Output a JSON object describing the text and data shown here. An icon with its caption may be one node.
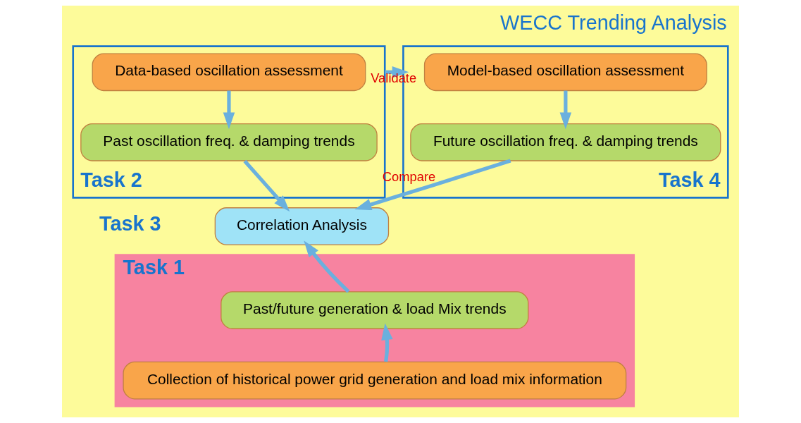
{
  "diagram": {
    "title": "WECC Trending Analysis",
    "nodes": [
      {
        "text": [
          "Task 2"
        ]
      },
      {
        "text": [
          "Data-based oscillation assessment"
        ],
        "in": 0
      },
      {
        "text": [
          "Past oscillation freq. & damping trends"
        ],
        "in": 0
      },
      {
        "text": [
          "Task 4"
        ]
      },
      {
        "text": [
          "Model-based oscillation assessment"
        ],
        "in": 3
      },
      {
        "text": [
          "Future oscillation freq. & damping trends"
        ],
        "in": 3
      },
      {
        "text": [
          "Correlation Analysis"
        ],
        "beside": [
          "Task 3"
        ]
      },
      {
        "text": [
          "Task 1"
        ]
      },
      {
        "text": [
          "Past/future generation & load Mix trends"
        ],
        "in": 7
      },
      {
        "text": [
          "Collection of historical power grid generation and load mix information"
        ],
        "in": 7
      }
    ],
    "edges": [
      {
        "from": 1,
        "to": 2,
        "arrow": "to"
      },
      {
        "from": 4,
        "to": 5,
        "arrow": "to"
      },
      {
        "from": 0,
        "to": 3,
        "arrow": "to",
        "label": "Validate"
      },
      {
        "from": 2,
        "to": 6,
        "arrow": "to"
      },
      {
        "from": 5,
        "to": 6,
        "arrow": "to",
        "label": "Compare"
      },
      {
        "from": 8,
        "to": 6,
        "arrow": "to"
      },
      {
        "from": 9,
        "to": 8,
        "arrow": "to"
      }
    ]
  }
}
